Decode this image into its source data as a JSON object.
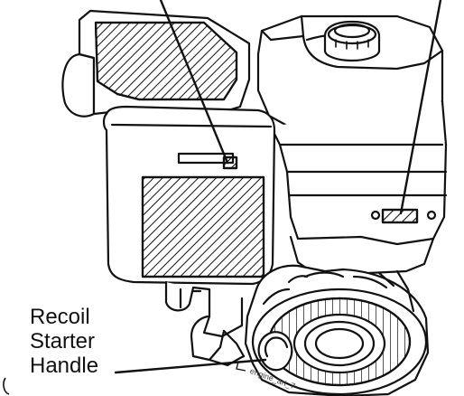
{
  "labels": {
    "recoil_line1": "Recoil",
    "recoil_line2": "Starter",
    "recoil_line3": "Handle"
  },
  "watermark": "engine_art_7"
}
